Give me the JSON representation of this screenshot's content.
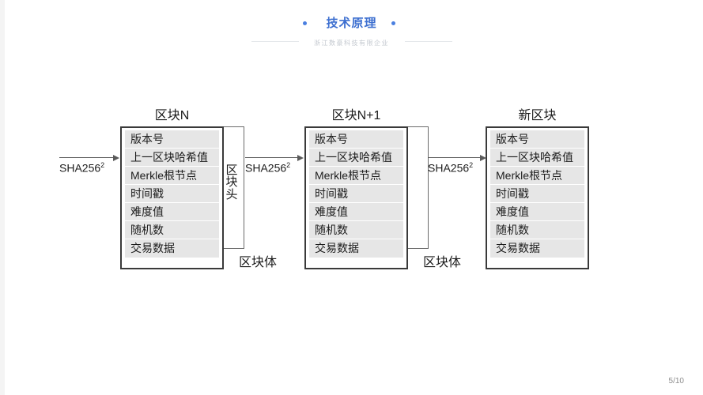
{
  "header": {
    "title": "技术原理",
    "subtitle": "浙江数豪科技有限企业",
    "title_color": "#3d6fd0",
    "dot_color": "#4a7fe0",
    "dot_left_name": "bullet-dot-left",
    "dot_right_name": "bullet-dot-right"
  },
  "diagram": {
    "row_labels": [
      "版本号",
      "上一区块哈希值",
      "Merkle根节点",
      "时间戳",
      "难度值",
      "随机数",
      "交易数据"
    ],
    "blocks": [
      {
        "id": "block-n",
        "title": "区块N",
        "header_bracket_label": "区块头",
        "body_label": "区块体",
        "has_bracket": true
      },
      {
        "id": "block-n-plus-1",
        "title": "区块N+1",
        "header_bracket_label": "",
        "body_label": "区块体",
        "has_bracket": true
      },
      {
        "id": "block-new",
        "title": "新区块",
        "header_bracket_label": "",
        "body_label": "",
        "has_bracket": false
      }
    ],
    "arrows": [
      {
        "id": "arrow-in",
        "label": "SHA256",
        "exponent": "2"
      },
      {
        "id": "arrow-1-2",
        "label": "SHA256",
        "exponent": "2"
      },
      {
        "id": "arrow-2-3",
        "label": "SHA256",
        "exponent": "2"
      }
    ],
    "cell_fill": "#e6e6e6",
    "border_color": "#3a3a3a"
  },
  "footer": {
    "page": "5/10"
  }
}
